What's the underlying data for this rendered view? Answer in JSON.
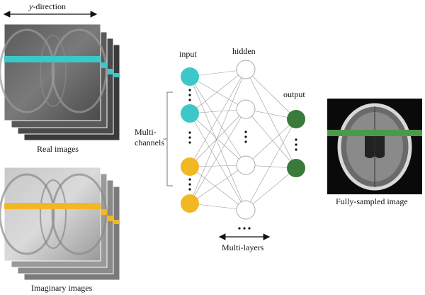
{
  "labels": {
    "y_direction_var": "y",
    "y_direction_rest": "-direction",
    "real_images": "Real images",
    "imaginary_images": "Imaginary images",
    "input": "input",
    "hidden": "hidden",
    "output": "output",
    "multi_channels_line1": "Multi-",
    "multi_channels_line2": "channels",
    "multi_layers": "Multi-layers",
    "fully_sampled": "Fully-sampled image"
  },
  "colors": {
    "input_real": "#3cc8c8",
    "input_imag": "#f2b824",
    "output": "#3a7a3a",
    "highlight_real": "#3cc8c8",
    "highlight_imag": "#f2b824",
    "highlight_full": "#4a9a4a"
  }
}
